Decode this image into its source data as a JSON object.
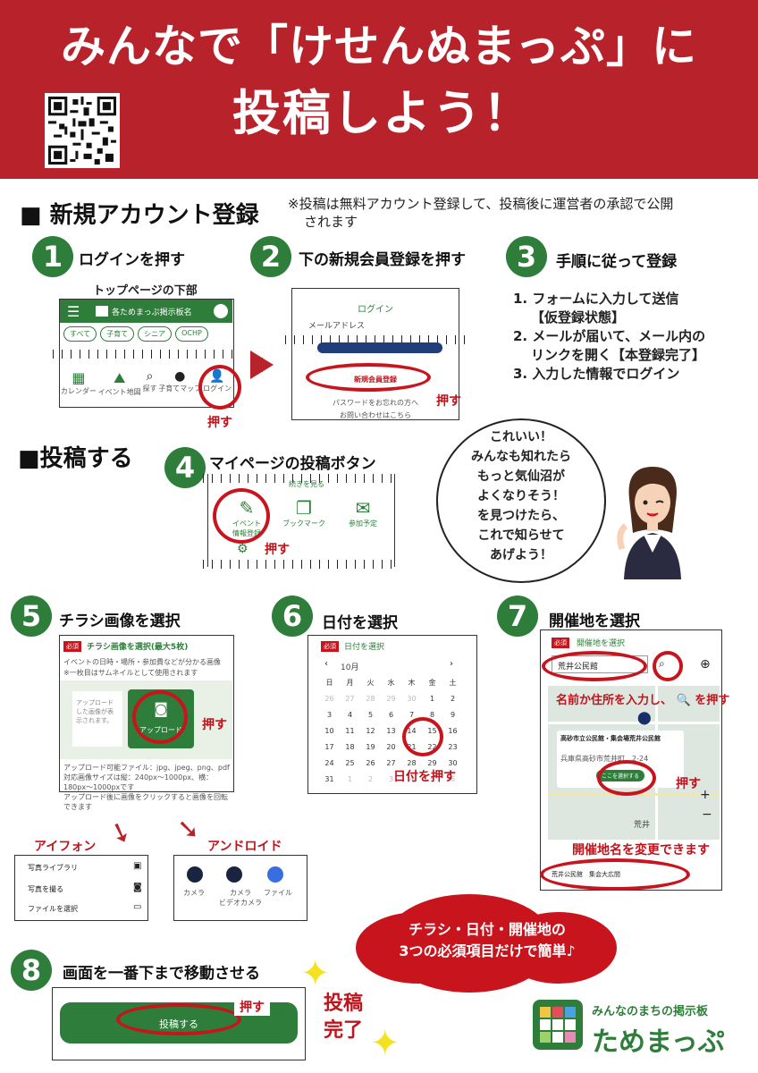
{
  "header": {
    "line1": "みんなで「けせんぬまっぷ」に",
    "line2": "投稿しよう！"
  },
  "section1": {
    "title": "■ 新規アカウント登録",
    "note_line1": "※投稿は無料アカウント登録して、投稿後に運営者の承認で公開",
    "note_line2": "されます"
  },
  "step1": {
    "num": "1",
    "label": "ログインを押す",
    "sub": "トップページの下部",
    "app_title": "各ためまっぷ掲示板名",
    "chips": [
      "すべて",
      "子育て",
      "シニア",
      "OCHP"
    ],
    "nav": [
      "カレンダー",
      "イベント地図",
      "探す",
      "子育てマップ",
      "ログイン"
    ],
    "push": "押す"
  },
  "step2": {
    "num": "2",
    "label": "下の新規会員登録を押す",
    "login": "ログイン",
    "email": "メールアドレス",
    "register": "新規会員登録",
    "forgot": "パスワードをお忘れの方へ",
    "contact": "お問い合わせはこちら",
    "push": "押す"
  },
  "step3": {
    "num": "3",
    "label": "手順に従って登録",
    "items": [
      "1. フォームに入力して送信",
      "【仮登録状態】",
      "2. メールが届いて、メール内の",
      "リンクを開く【本登録完了】",
      "3. 入力した情報でログイン"
    ]
  },
  "section2": {
    "title": "■投稿する"
  },
  "step4": {
    "num": "4",
    "label": "マイページの投稿ボタン",
    "top": "続きを見る",
    "buttons": [
      "イベント\n情報登録",
      "ブックマーク",
      "参加予定"
    ],
    "push": "押す"
  },
  "bubble": {
    "lines": [
      "これいい！",
      "みんなも知れたら",
      "もっと気仙沼が",
      "よくなりそう！",
      "を見つけたら、",
      "これで知らせて",
      "あげよう！"
    ]
  },
  "step5": {
    "num": "5",
    "label": "チラシ画像を選択",
    "badge": "必須",
    "form_title": "チラシ画像を選択(最大5枚)",
    "desc1": "イベントの日時・場所・参加費などが分かる画像",
    "desc2": "※一枚目はサムネイルとして使用されます",
    "placeholder": "アップロードした画像が表示されます。",
    "upload": "アップロード",
    "push": "押す",
    "info1": "アップロード可能ファイル：jpg、jpeg、png、pdf",
    "info2": "対応画像サイズは縦：240px～1000px、横：180px～1000pxです",
    "info3": "アップロード後に画像をクリックすると画像を回転できます",
    "iphone": "アイフォン",
    "android": "アンドロイド",
    "iphone_menu": [
      "写真ライブラリ",
      "写真を撮る",
      "ファイルを選択"
    ],
    "android_menu": [
      "カメラ",
      "カメラ\nビデオカメラ",
      "ファイル"
    ]
  },
  "step6": {
    "num": "6",
    "label": "日付を選択",
    "badge": "必須",
    "form_title": "日付を選択",
    "month": "10月",
    "weekdays": [
      "日",
      "月",
      "火",
      "水",
      "木",
      "金",
      "土"
    ],
    "days": [
      [
        "26",
        "27",
        "28",
        "29",
        "30",
        "1",
        "2"
      ],
      [
        "3",
        "4",
        "5",
        "6",
        "7",
        "8",
        "9"
      ],
      [
        "10",
        "11",
        "12",
        "13",
        "14",
        "15",
        "16"
      ],
      [
        "17",
        "18",
        "19",
        "20",
        "21",
        "22",
        "23"
      ],
      [
        "24",
        "25",
        "26",
        "27",
        "28",
        "29",
        "30"
      ],
      [
        "31",
        "1",
        "2",
        "3",
        "4",
        "5",
        "6"
      ]
    ],
    "push": "日付を押す"
  },
  "step7": {
    "num": "7",
    "label": "開催地を選択",
    "badge": "必須",
    "form_title": "開催地を選択",
    "search_value": "荒井公民館",
    "hint": "名前か住所を入力し、",
    "hint_end": "を押す",
    "popup_title": "高砂市立公民館・集会場荒井公民館",
    "popup_addr": "兵庫県高砂市荒井町…2-24",
    "popup_button": "ここを選択する",
    "push": "押す",
    "map_label": "荒井",
    "change": "開催地名を変更できます",
    "venue_value": "荒井公民館　集会大広間"
  },
  "cloud": {
    "line1": "チラシ・日付・開催地の",
    "line2": "3つの必須項目だけで簡単♪"
  },
  "step8": {
    "num": "8",
    "label": "画面を一番下まで移動させる",
    "button": "投稿する",
    "push": "押す",
    "done1": "投稿",
    "done2": "完了"
  },
  "logo": {
    "sub": "みんなのまちの掲示板",
    "name": "ためまっぷ"
  },
  "colors": {
    "brand_red": "#b8232b",
    "green": "#2e7d3a",
    "accent_red": "#c8141d"
  }
}
